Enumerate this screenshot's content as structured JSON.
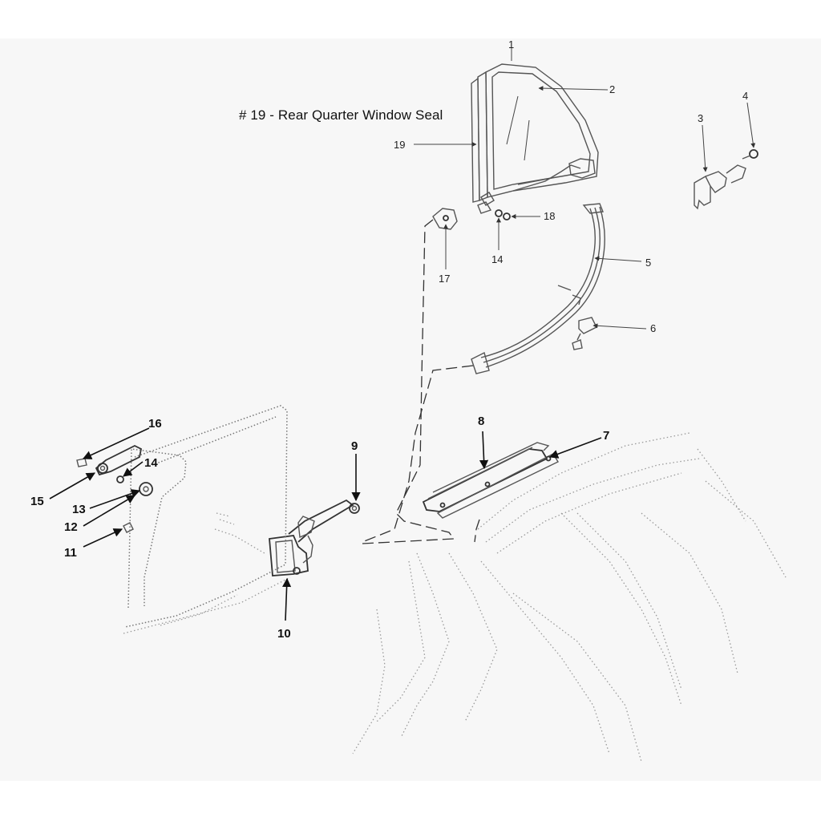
{
  "caption": "# 19 - Rear Quarter Window Seal",
  "callouts": {
    "c1": "1",
    "c2": "2",
    "c3": "3",
    "c4": "4",
    "c5": "5",
    "c6": "6",
    "c7": "7",
    "c8": "8",
    "c9": "9",
    "c10": "10",
    "c11": "11",
    "c12": "12",
    "c13": "13",
    "c14a": "14",
    "c14b": "14",
    "c15": "15",
    "c16": "16",
    "c17": "17",
    "c18": "18",
    "c19": "19"
  }
}
